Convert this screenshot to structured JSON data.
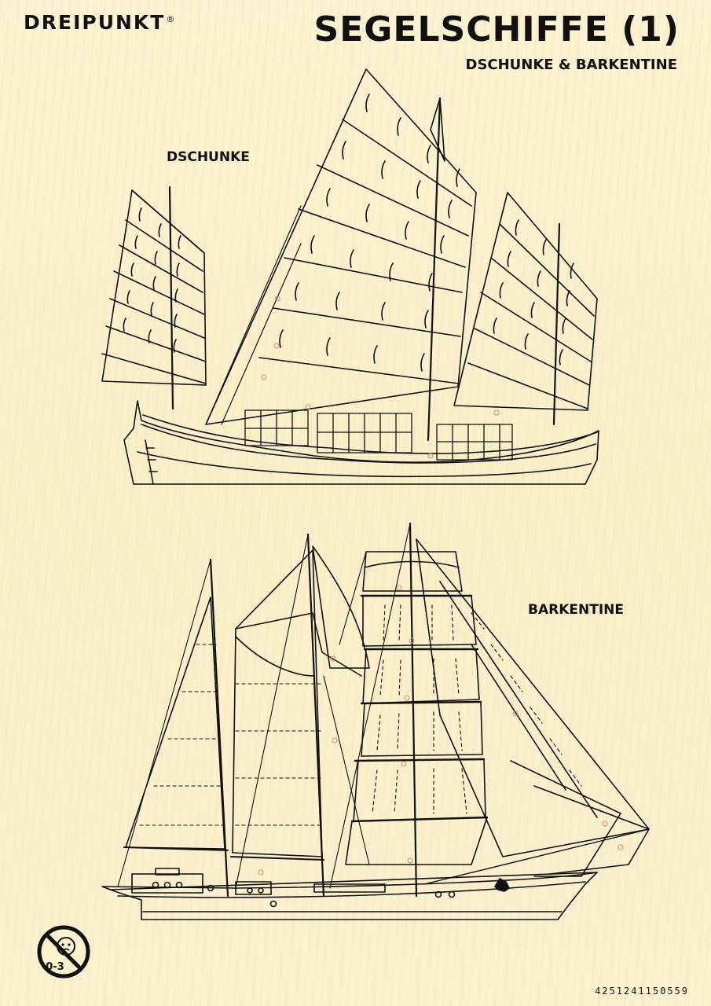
{
  "brand": {
    "name": "DREIPUNKT",
    "mark": "®"
  },
  "header": {
    "title": "SEGELSCHIFFE (1)",
    "subtitle": "DSCHUNKE & BARKENTINE"
  },
  "ships": {
    "junk_label": "DSCHUNKE",
    "barkentine_label": "BARKENTINE"
  },
  "warning": {
    "age_text": "0-3",
    "icon": "not-for-children-0-3-icon"
  },
  "footer": {
    "barcode_number": "4251241150559"
  },
  "colors": {
    "background": "#fbf1cd",
    "ink": "#111111",
    "pin": "#d98a6a"
  }
}
